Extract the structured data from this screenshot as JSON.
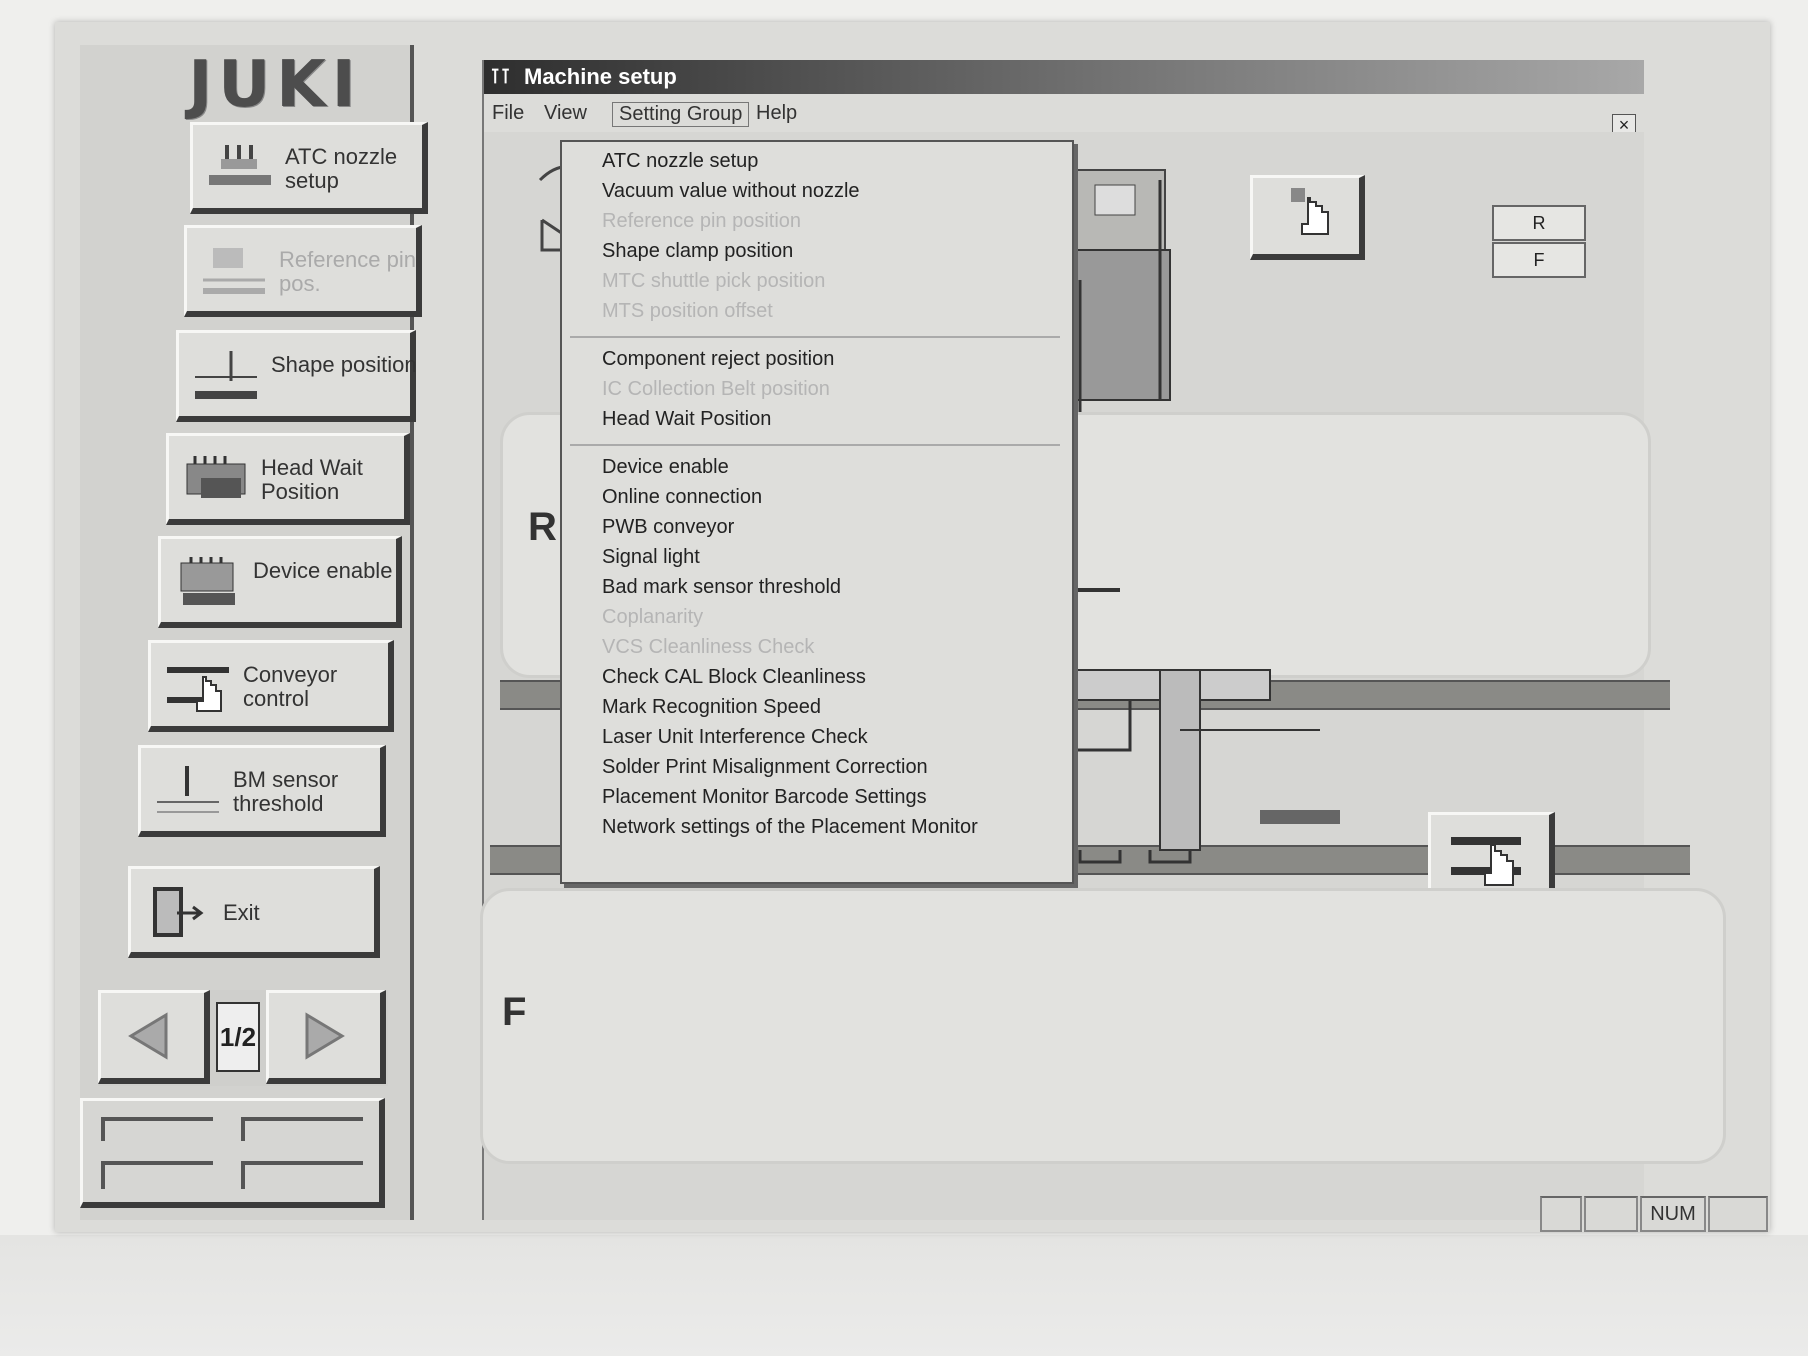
{
  "brand": {
    "logo_text": "JUKI"
  },
  "sidebar": {
    "buttons": [
      {
        "label": "ATC nozzle setup",
        "icon": "nozzle-icon",
        "enabled": true
      },
      {
        "label": "Reference pin pos.",
        "icon": "reference-pin-icon",
        "enabled": false
      },
      {
        "label": "Shape position",
        "icon": "shape-position-icon",
        "enabled": true
      },
      {
        "label": "Head Wait Position",
        "icon": "head-wait-icon",
        "enabled": true
      },
      {
        "label": "Device enable",
        "icon": "device-enable-icon",
        "enabled": true
      },
      {
        "label": "Conveyor control",
        "icon": "conveyor-hand-icon",
        "enabled": true
      },
      {
        "label": "BM sensor threshold",
        "icon": "bm-sensor-icon",
        "enabled": true
      },
      {
        "label": "Exit",
        "icon": "exit-door-icon",
        "enabled": true
      }
    ],
    "page_indicator": "1/2"
  },
  "window": {
    "title": "Machine setup",
    "menu": [
      "File",
      "View",
      "Setting Group",
      "Help"
    ],
    "close_glyph": "×"
  },
  "dropdown": {
    "groups": [
      [
        {
          "label": "ATC nozzle setup",
          "enabled": true
        },
        {
          "label": "Vacuum value without nozzle",
          "enabled": true
        },
        {
          "label": "Reference pin position",
          "enabled": false
        },
        {
          "label": "Shape clamp position",
          "enabled": true
        },
        {
          "label": "MTC shuttle pick position",
          "enabled": false
        },
        {
          "label": "MTS position offset",
          "enabled": false
        }
      ],
      [
        {
          "label": "Component reject position",
          "enabled": true
        },
        {
          "label": "IC Collection Belt position",
          "enabled": false
        },
        {
          "label": "Head Wait Position",
          "enabled": true
        }
      ],
      [
        {
          "label": "Device enable",
          "enabled": true
        },
        {
          "label": "Online connection",
          "enabled": true
        },
        {
          "label": "PWB conveyor",
          "enabled": true
        },
        {
          "label": "Signal light",
          "enabled": true
        },
        {
          "label": "Bad mark sensor threshold",
          "enabled": true
        },
        {
          "label": "Coplanarity",
          "enabled": false
        },
        {
          "label": "VCS Cleanliness Check",
          "enabled": false
        },
        {
          "label": "Check CAL Block Cleanliness",
          "enabled": true
        },
        {
          "label": "Mark Recognition Speed",
          "enabled": true
        },
        {
          "label": "Laser Unit Interference Check",
          "enabled": true
        },
        {
          "label": "Solder Print Misalignment Correction",
          "enabled": true
        },
        {
          "label": "Placement Monitor Barcode Settings",
          "enabled": true
        },
        {
          "label": "Network settings of the Placement Monitor",
          "enabled": true
        }
      ]
    ]
  },
  "diagram": {
    "panel_r_label": "R",
    "panel_f_label": "F",
    "rf_buttons": [
      "R",
      "F"
    ]
  },
  "statusbar": {
    "num": "NUM"
  }
}
